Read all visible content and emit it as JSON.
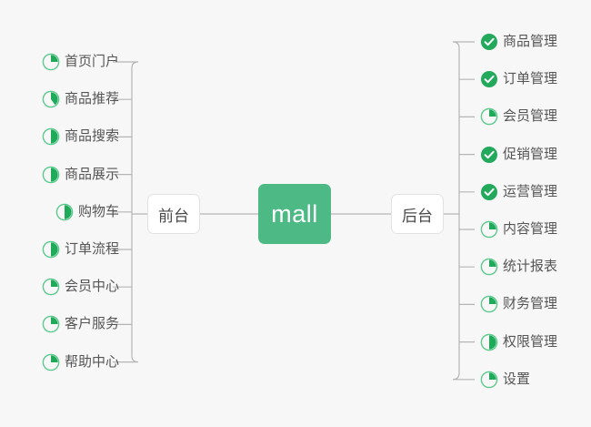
{
  "diagram": {
    "type": "mind-map",
    "background_color": "#f7f7f7",
    "root": {
      "label": "mall",
      "color": "#4dba86",
      "text_color": "#ffffff"
    },
    "branches": [
      {
        "label": "前台",
        "side": "left"
      },
      {
        "label": "后台",
        "side": "right"
      }
    ],
    "connector_color": "#b5b5b5",
    "status_colors": {
      "done": "#22a95c",
      "progress_fill": "#1faa59",
      "progress_ring": "#5cc98e"
    }
  },
  "left_branch": {
    "label": "前台",
    "items": [
      {
        "label": "首页门户",
        "status": "progress",
        "percent": 25
      },
      {
        "label": "商品推荐",
        "status": "progress",
        "percent": 40
      },
      {
        "label": "商品搜索",
        "status": "progress",
        "percent": 50
      },
      {
        "label": "商品展示",
        "status": "progress",
        "percent": 50
      },
      {
        "label": "购物车",
        "status": "progress",
        "percent": 50
      },
      {
        "label": "订单流程",
        "status": "progress",
        "percent": 50
      },
      {
        "label": "会员中心",
        "status": "progress",
        "percent": 25
      },
      {
        "label": "客户服务",
        "status": "progress",
        "percent": 25
      },
      {
        "label": "帮助中心",
        "status": "progress",
        "percent": 25
      }
    ]
  },
  "right_branch": {
    "label": "后台",
    "items": [
      {
        "label": "商品管理",
        "status": "done",
        "percent": 100
      },
      {
        "label": "订单管理",
        "status": "done",
        "percent": 100
      },
      {
        "label": "会员管理",
        "status": "progress",
        "percent": 25
      },
      {
        "label": "促销管理",
        "status": "done",
        "percent": 100
      },
      {
        "label": "运营管理",
        "status": "done",
        "percent": 100
      },
      {
        "label": "内容管理",
        "status": "progress",
        "percent": 25
      },
      {
        "label": "统计报表",
        "status": "progress",
        "percent": 25
      },
      {
        "label": "财务管理",
        "status": "progress",
        "percent": 25
      },
      {
        "label": "权限管理",
        "status": "progress",
        "percent": 50
      },
      {
        "label": "设置",
        "status": "progress",
        "percent": 25
      }
    ]
  }
}
